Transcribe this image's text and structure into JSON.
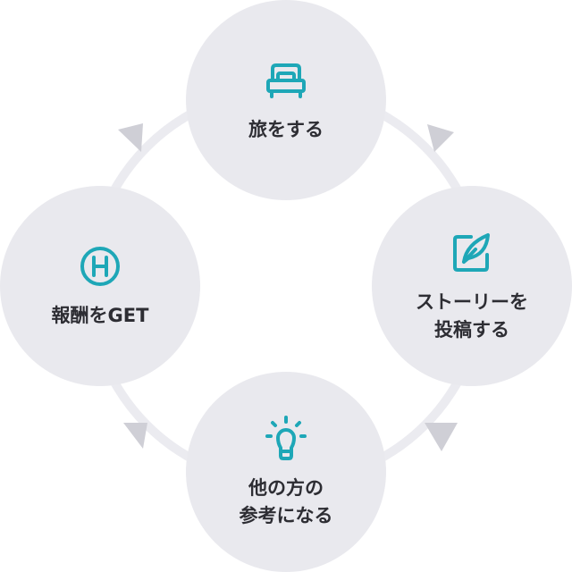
{
  "accent_color": "#1ea7b7",
  "nodes": {
    "travel": {
      "label": "旅をする",
      "icon": "bed-icon"
    },
    "post": {
      "label_line1": "ストーリーを",
      "label_line2": "投稿する",
      "icon": "feather-pen-icon"
    },
    "inspire": {
      "label_line1": "他の方の",
      "label_line2": "参考になる",
      "icon": "lightbulb-icon"
    },
    "reward": {
      "label": "報酬をGET",
      "icon": "h-coin-icon"
    }
  }
}
